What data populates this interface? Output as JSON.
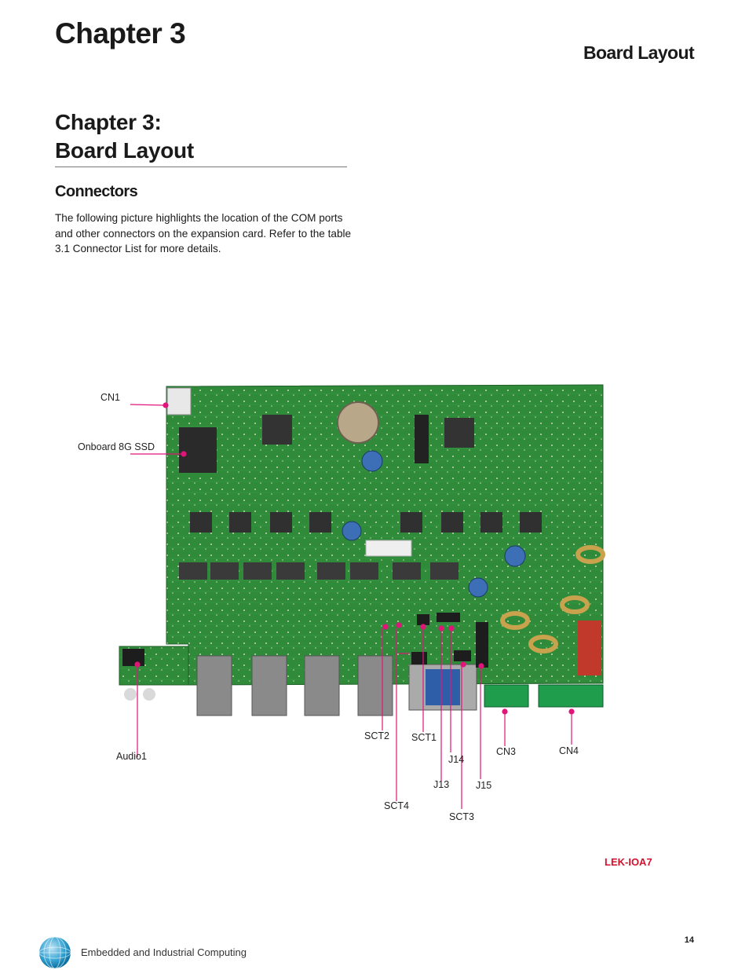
{
  "header": {
    "chapter": "Chapter 3",
    "section": "Board Layout"
  },
  "main": {
    "title_line1": "Chapter 3:",
    "title_line2": "Board Layout",
    "subsection": "Connectors",
    "intro": "The following picture highlights the location of the COM ports and other connectors on the expansion card.  Refer to the table 3.1 Connector List for more details."
  },
  "figure": {
    "caption": "LEK-IOA7",
    "labels": {
      "cn1": "CN1",
      "ssd": "Onboard 8G SSD",
      "audio1": "Audio1",
      "sct2": "SCT2",
      "sct1": "SCT1",
      "sct4": "SCT4",
      "j13": "J13",
      "j14": "J14",
      "sct3": "SCT3",
      "j15": "J15",
      "cn3": "CN3",
      "cn4": "CN4"
    },
    "colors": {
      "pcb": "#2f8a3a",
      "callout": "#e0157a"
    }
  },
  "footer": {
    "text": "Embedded and Industrial Computing",
    "page": "14"
  }
}
